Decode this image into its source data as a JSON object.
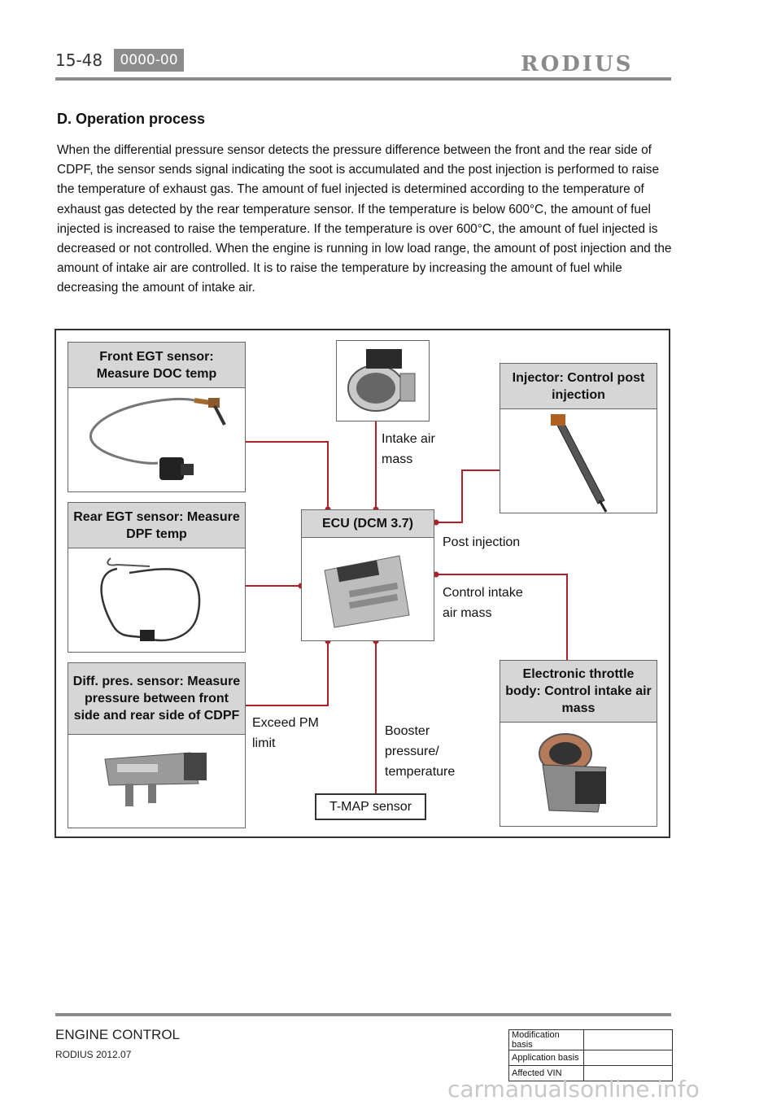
{
  "header": {
    "page_number": "15-48",
    "section_tag": "0000-00",
    "brand": "RODIUS"
  },
  "section": {
    "heading": "D. Operation process",
    "paragraph": "When the differential pressure sensor detects the pressure difference between the front and the rear side of CDPF, the sensor sends signal indicating the soot is accumulated and the post injection is performed to raise the temperature of exhaust gas. The amount of fuel injected is determined according to the temperature of exhaust gas detected by the rear temperature sensor. If the temperature is below 600°C, the amount of fuel injected is increased to raise the temperature. If the temperature is over 600°C, the amount of fuel injected is decreased or not controlled. When the engine is running in low load range, the amount of post injection and the amount of intake air are controlled. It is to raise the temperature by increasing the amount of fuel while decreasing the amount of intake air."
  },
  "diagram": {
    "front_egt": "Front EGT sensor: Measure DOC temp",
    "rear_egt": "Rear EGT sensor: Measure DPF temp",
    "diff_pres": "Diff. pres. sensor: Measure pressure between front side and rear side of CDPF",
    "ecu": "ECU (DCM 3.7)",
    "injector": "Injector: Control post injection",
    "throttle": "Electronic throttle body: Control intake air mass",
    "intake_air_mass": "Intake air mass",
    "post_injection": "Post injection",
    "control_intake": "Control intake air mass",
    "exceed_pm": "Exceed PM limit",
    "booster": "Booster pressure/ temperature",
    "tmap": "T-MAP sensor",
    "maf_caption": "",
    "colors": {
      "line": "#b0202a",
      "header_fill": "#d6d6d6"
    }
  },
  "footer": {
    "title": "ENGINE CONTROL",
    "model_date": "RODIUS 2012.07",
    "table": [
      {
        "label": "Modification basis",
        "value": ""
      },
      {
        "label": "Application basis",
        "value": ""
      },
      {
        "label": "Affected VIN",
        "value": ""
      }
    ],
    "watermark": "carmanualsonline.info"
  }
}
